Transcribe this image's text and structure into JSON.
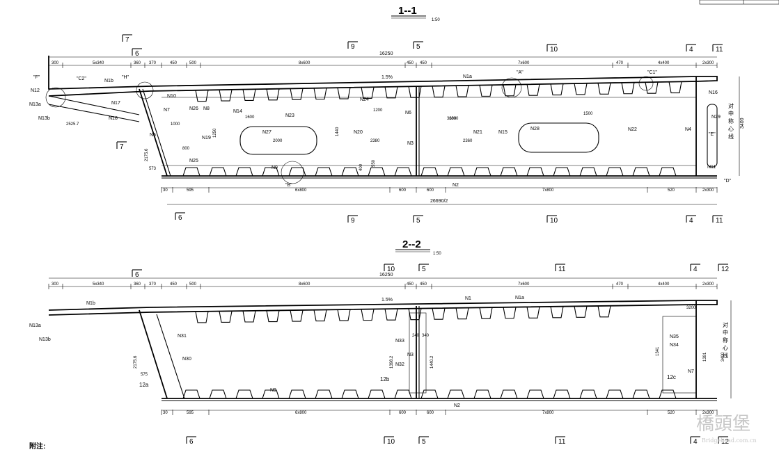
{
  "section1": {
    "title": "1--1",
    "scale": "1:50",
    "top_dims": [
      "300",
      "5x340",
      "360",
      "370",
      "450",
      "500",
      "8x600",
      "450",
      "450",
      "7x600",
      "470",
      "4x400",
      "2x300"
    ],
    "total_width": "16250",
    "bottom_dims": [
      "30",
      "595",
      "6x800",
      "600",
      "600",
      "7x800",
      "520",
      "2x300"
    ],
    "bottom_total": "26690/2",
    "slope": "1.5%",
    "cut_marks": [
      "7",
      "6",
      "9",
      "5",
      "10",
      "4",
      "11"
    ],
    "details": [
      "\"F\"",
      "\"C2\"",
      "\"H\"",
      "\"A\"",
      "\"C1\"",
      "\"B\"",
      "\"D\"",
      "\"E\""
    ],
    "members": [
      "N12",
      "N13a",
      "N13b",
      "N1b",
      "N17",
      "N18",
      "N10",
      "N7",
      "N26",
      "N5",
      "N14",
      "N23",
      "N27",
      "N19",
      "N25",
      "N9",
      "N8",
      "N24",
      "N6",
      "N20",
      "N3",
      "N1a",
      "N21",
      "N15",
      "N28",
      "N22",
      "N16",
      "N29",
      "N4",
      "N11",
      "N2"
    ],
    "sample_dims": [
      "1600",
      "2000",
      "1200",
      "2380",
      "1800",
      "3600",
      "2360",
      "1500",
      "1000",
      "800",
      "2525.7",
      "2175.6",
      "573",
      "1250",
      "1440",
      "400",
      "550"
    ],
    "centerline": "对中称心线",
    "height": "3400"
  },
  "section2": {
    "title": "2--2",
    "scale": "1:50",
    "top_dims": [
      "300",
      "5x340",
      "360",
      "370",
      "450",
      "500",
      "8x600",
      "450",
      "450",
      "7x600",
      "470",
      "4x400",
      "2x300"
    ],
    "total_width": "16250",
    "bottom_dims": [
      "30",
      "595",
      "6x800",
      "600",
      "600",
      "7x800",
      "520",
      "2x300"
    ],
    "slope": "1.5%",
    "cut_marks": [
      "6",
      "10",
      "5",
      "11",
      "4",
      "12"
    ],
    "members": [
      "N1b",
      "N13a",
      "N13b",
      "N1",
      "N1a",
      "N9",
      "N2",
      "N30",
      "N31",
      "N33",
      "N32",
      "N35",
      "N34",
      "N3",
      "N7"
    ],
    "plates": [
      "12a",
      "12b",
      "12c"
    ],
    "sample_dims": [
      "2175.6",
      "575",
      "1398.2",
      "1440.2",
      "240",
      "340",
      "1341",
      "1391",
      "3200",
      "3400"
    ],
    "centerline": "对中称心线"
  },
  "note_label": "附注:",
  "watermark": {
    "logo": "橋頭堡",
    "site": "Bridgehead.com.cn"
  }
}
